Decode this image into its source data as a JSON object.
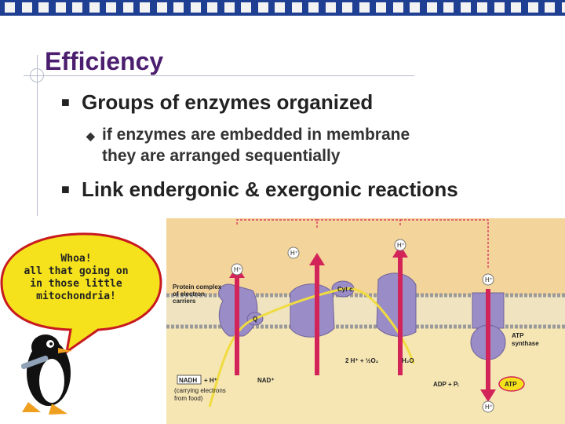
{
  "slide": {
    "title": "Efficiency",
    "bullets": [
      {
        "text": "Groups of enzymes organized",
        "sub_bullets": [
          {
            "line1": "if enzymes are embedded in membrane",
            "line2": "they are arranged sequentially"
          }
        ]
      },
      {
        "text": "Link endergonic & exergonic reactions"
      }
    ]
  },
  "bullet_marks": {
    "main": "■",
    "sub": "◆"
  },
  "speech_bubble": {
    "lines": [
      "Whoa!",
      "all that going on",
      "in those little",
      "mitochondria!"
    ]
  },
  "figure": {
    "labels": {
      "protein_complex": [
        "Protein complex",
        "of electron",
        "carriers"
      ],
      "cyt_c": "Cyt c",
      "q": "Q",
      "reaction_oxygen": "2 H⁺ + ½O₂",
      "h2o": "H₂O",
      "nadh": "NADH",
      "plus_h": "+ H⁺",
      "nad": "NAD⁺",
      "carrying": [
        "(carrying electrons",
        "from food)"
      ],
      "atp_synthase": [
        "ATP",
        "synthase"
      ],
      "adp": "ADP + Pᵢ",
      "atp": "ATP",
      "h_plus": "H⁺"
    }
  },
  "colors": {
    "title": "#4b1e6f",
    "topbar": "#1f3f93",
    "bubble_fill": "#f5e21c",
    "bubble_stroke": "#c8191f",
    "matrix": "#f6e6b4",
    "intermembrane": "#f3d49a",
    "protein": "#9a8cc6",
    "arrow": "#d3245a"
  }
}
